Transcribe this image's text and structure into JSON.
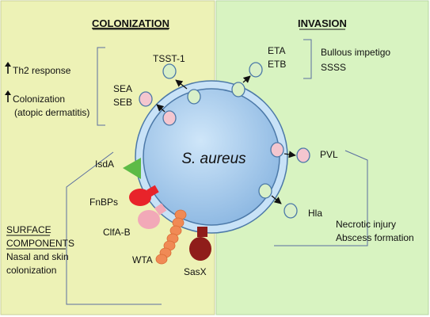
{
  "panels": {
    "left": {
      "title": "COLONIZATION",
      "color": "#edf2b6"
    },
    "right": {
      "title": "INVASION",
      "color": "#d8f3c1"
    }
  },
  "center_label": "S. aureus",
  "left_effects": {
    "th2": "Th2 response",
    "colonization_line1": "Colonization",
    "colonization_line2": "(atopic dermatitis)"
  },
  "toxins": {
    "tsst1": "TSST-1",
    "sea": "SEA",
    "seb": "SEB",
    "eta": "ETA",
    "etb": "ETB",
    "pvl": "PVL",
    "hla": "Hla"
  },
  "right_effects": {
    "bullous": "Bullous impetigo",
    "ssss": "SSSS",
    "necrotic": "Necrotic injury",
    "abscess": "Abscess formation"
  },
  "surface": {
    "isda": "IsdA",
    "fnbps": "FnBPs",
    "clfab": "ClfA-B",
    "wta": "WTA",
    "sasx": "SasX"
  },
  "surface_heading": {
    "line1": "SURFACE",
    "line2": "COMPONENTS",
    "line3": "Nasal and skin",
    "line4": "colonization"
  },
  "icons": {
    "up_arrow": "up-arrow-icon"
  },
  "colors": {
    "cell_fill": "#a9cdec",
    "cell_ring": "#c8e2f7",
    "cell_stroke": "#4c79a8",
    "pink_vesicle": "#f4c6cf",
    "green_vesicle": "#d9f0c8",
    "isda_green": "#5dbb46",
    "fnbps_red": "#e8232a",
    "clfab_pink": "#f2a9b8",
    "wta_orange": "#f08a55",
    "sasx_maroon": "#8f1d1a"
  }
}
